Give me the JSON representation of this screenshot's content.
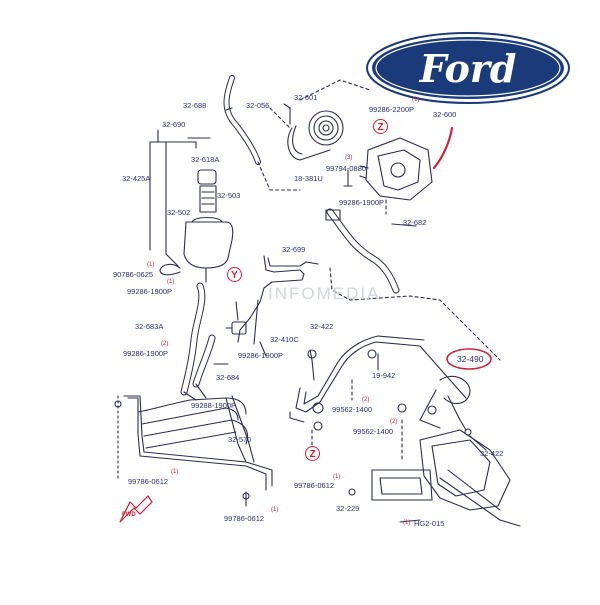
{
  "logo": {
    "text": "Ford",
    "bg": "#1a3a7a",
    "fg": "#ffffff"
  },
  "watermark": "INFOMEDIA",
  "accent": "#d0203a",
  "ink": "#2a2e7a",
  "labels": {
    "l32_688": "32-688",
    "l32_056": "32-056",
    "l32_601": "32-601",
    "l99286_2200p": "99286-2200P",
    "l32_600": "32-600",
    "l32_690": "32-690",
    "l32_618a": "32-618A",
    "l32_425a": "32-425A",
    "l32_503": "32-503",
    "l32_502": "32-502",
    "l99794_0880": "99794-0880",
    "l18_381u": "18-381U",
    "l99286_1900p_a": "99286-1900P",
    "l32_682": "32-682",
    "l32_699": "32-699",
    "l90786_0625": "90786-0625",
    "l99286_1900p_b": "99286-1900P",
    "l32_683a": "32-683A",
    "l32_410c": "32-410C",
    "l32_422_a": "32-422",
    "l99286_1900p_c": "99286-1900P",
    "l99286_1900p_d": "99286-1900P",
    "l32_684": "32-684",
    "l19_942": "19-942",
    "l32_490": "32-490",
    "l99288_1900p": "99288-1900P",
    "l99562_1400_a": "99562-1400",
    "l99562_1400_b": "99562-1400",
    "l32_422_b": "32-422",
    "l32_570": "32-570",
    "l99786_0612_a": "99786-0612",
    "l99786_0612_b": "99786-0612",
    "l99786_0612_c": "99786-0612",
    "l32_229": "32-229",
    "lhg2_015": "HG2-015",
    "circ_z1": "Z",
    "circ_z2": "Z",
    "circ_y": "Y",
    "m1": "(1)",
    "m2": "(1)",
    "m3": "(3)",
    "m4": "(1)",
    "m5": "(2)",
    "m6": "(1)",
    "m7": "(1)",
    "m8": "(1)",
    "m9": "(2)",
    "m10": "(2)",
    "m11": "(1)",
    "m12": "(1)",
    "m13": "(1)",
    "fwd": "FWD"
  }
}
